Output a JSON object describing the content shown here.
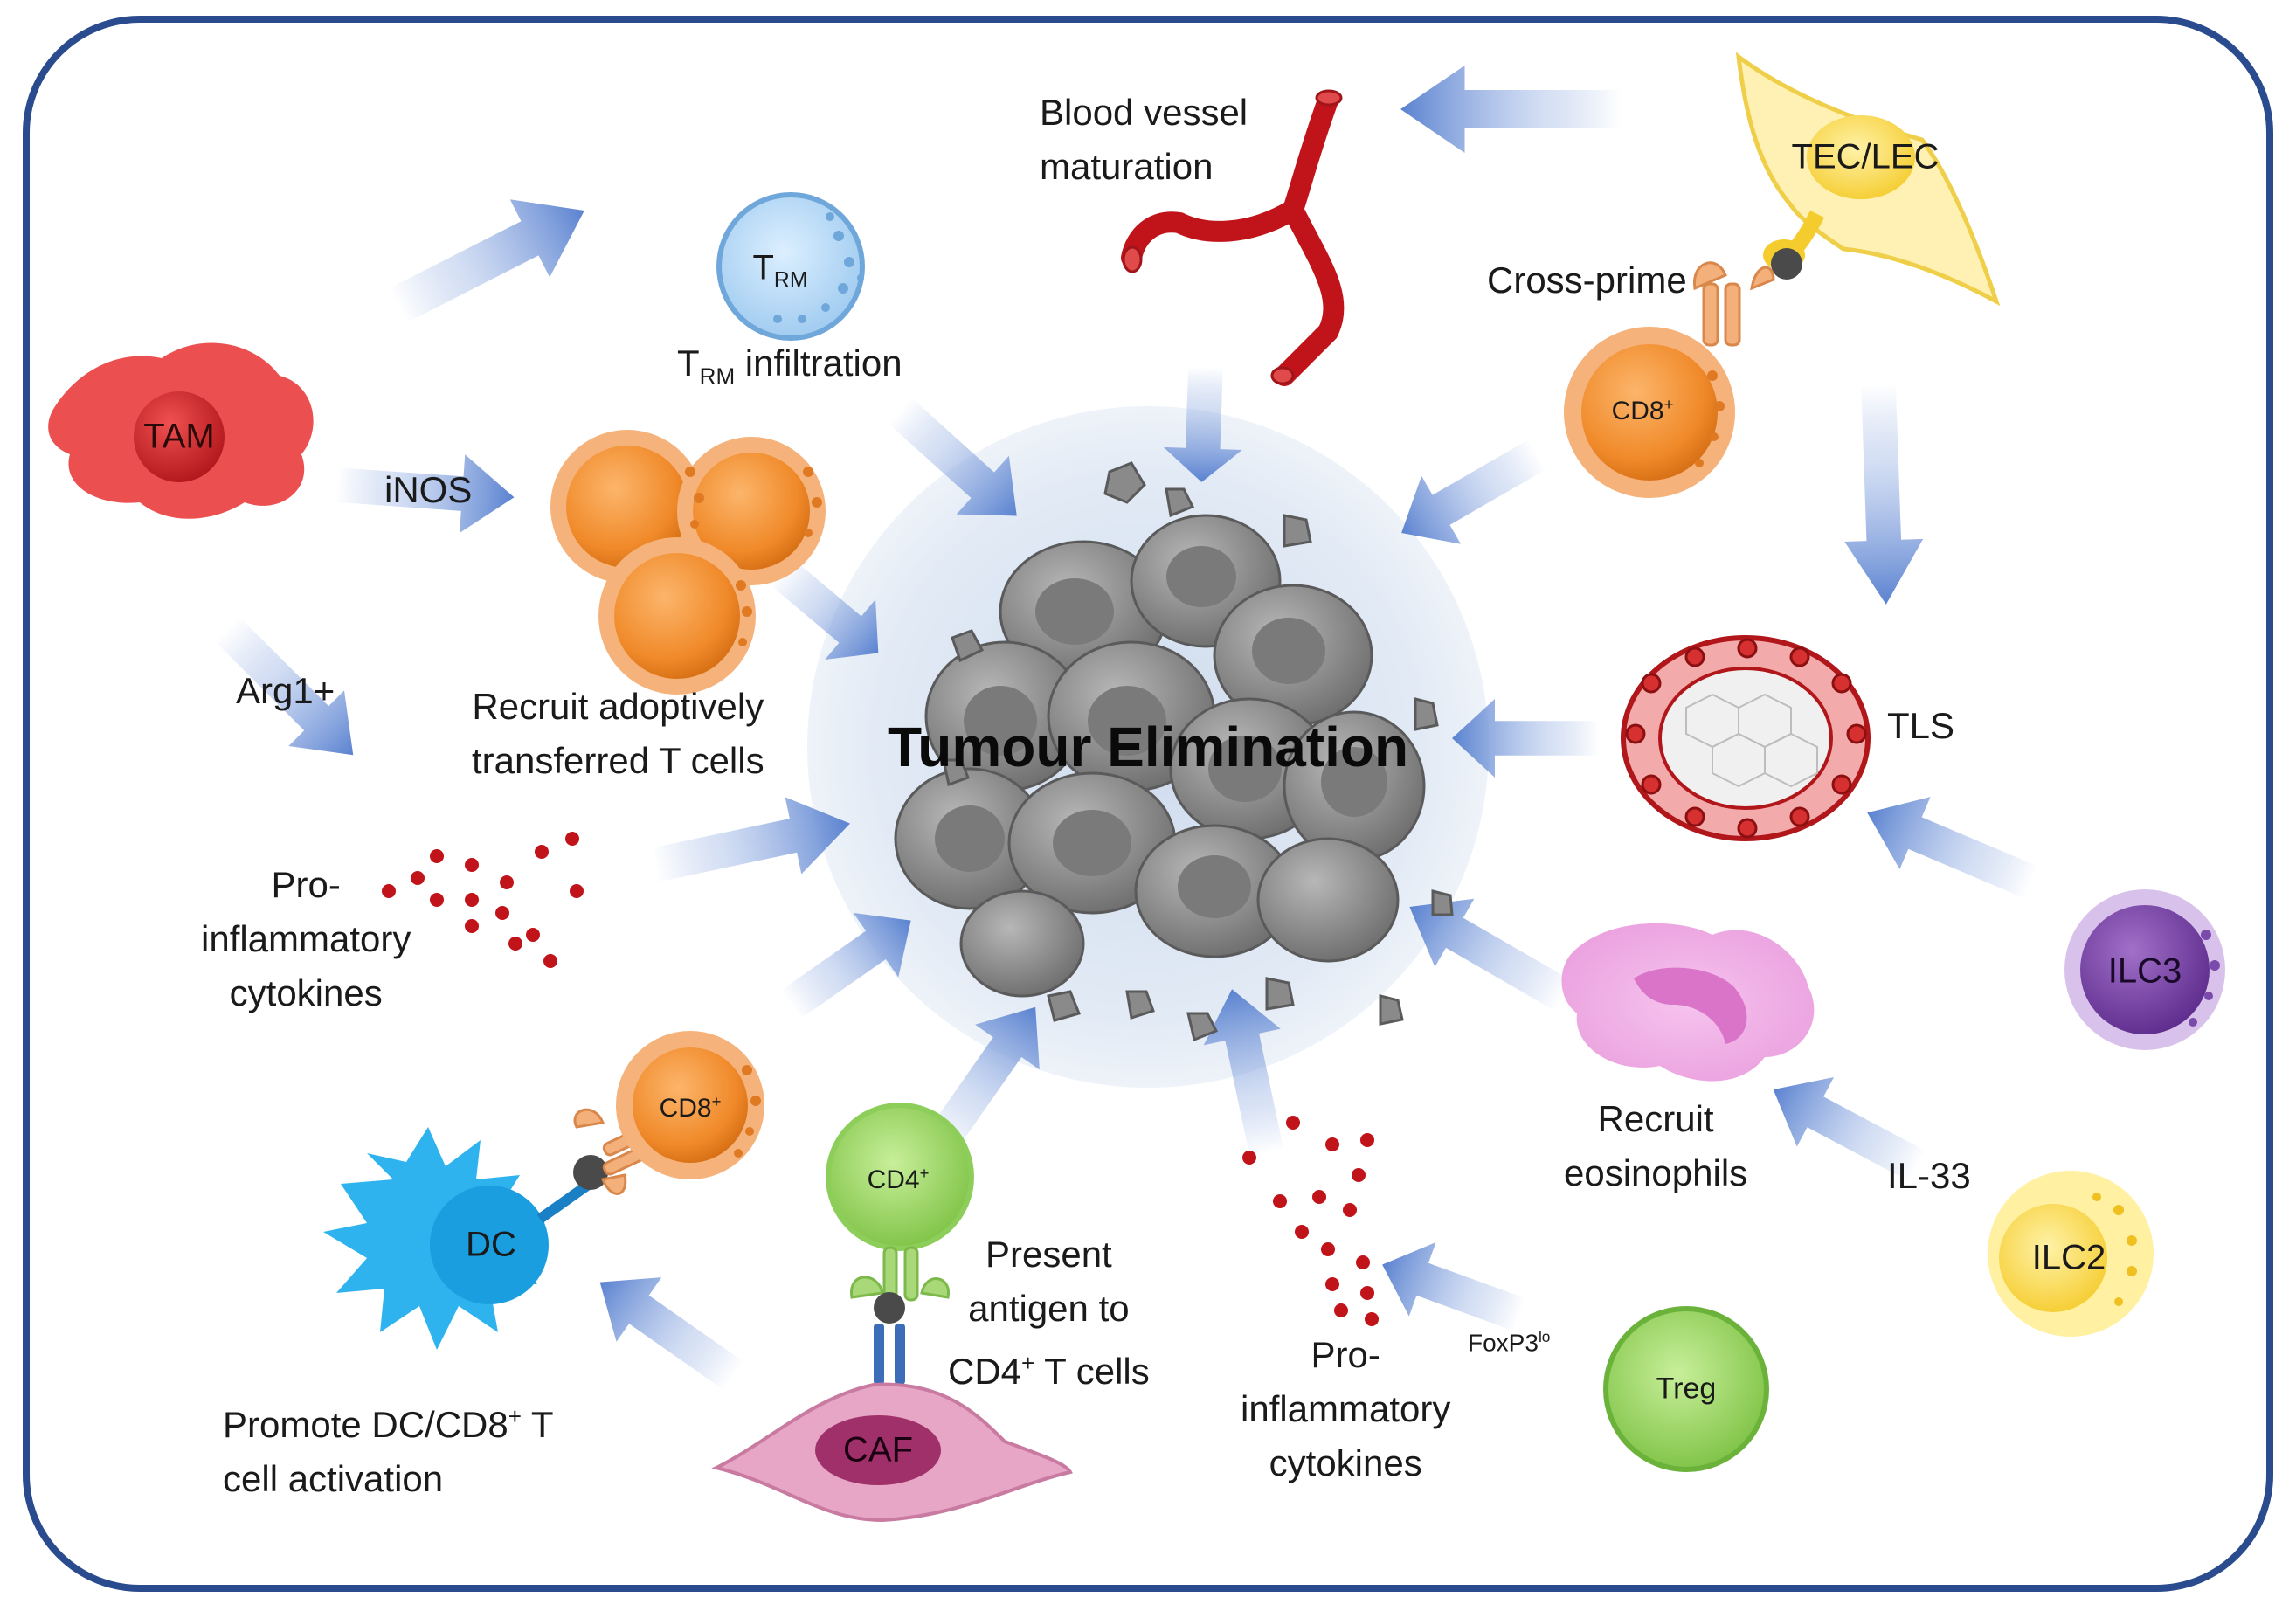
{
  "diagram": {
    "title": "Tumour Elimination",
    "colors": {
      "frame": "#2a4b8d",
      "arrow": "#7f9fdc",
      "tumour_bg": "#dfe8f4",
      "tumour_cell": "#8e8e8e",
      "cytokine": "#c0141a"
    },
    "cells": {
      "tam": "TAM",
      "trm_main": "T",
      "trm_sub": "RM",
      "cd8_top": "CD8",
      "cd8_bottom": "CD8",
      "plus": "+",
      "tec_lec": "TEC/LEC",
      "ilc3": "ILC3",
      "ilc2": "ILC2",
      "treg": "Treg",
      "dc": "DC",
      "cd4": "CD4",
      "caf": "CAF"
    },
    "labels": {
      "blood_vessel": [
        "Blood vessel",
        "maturation"
      ],
      "trm_infiltration_main": "T",
      "trm_infiltration_sub": "RM",
      "trm_infiltration_rest": " infiltration",
      "inos": "iNOS",
      "arg1": "Arg1+",
      "recruit_t": [
        "Recruit adoptively",
        "transferred T cells"
      ],
      "proinflam_left": [
        "Pro-",
        "inflammatory",
        "cytokines"
      ],
      "cross_prime": "Cross-prime",
      "tls": "TLS",
      "recruit_eos": [
        "Recruit",
        "eosinophils"
      ],
      "il33": "IL-33",
      "foxp3_main": "FoxP3",
      "foxp3_sup": "lo",
      "proinflam_bottom": [
        "Pro-",
        "inflammatory",
        "cytokines"
      ],
      "present_1": "Present",
      "present_2": "antigen to",
      "present_3_main": "CD4",
      "present_3_sup": "+",
      "present_3_rest": " T cells",
      "promote_1_main": "Promote DC/CD8",
      "promote_1_sup": "+",
      "promote_1_rest": " T",
      "promote_2": "cell activation"
    }
  }
}
